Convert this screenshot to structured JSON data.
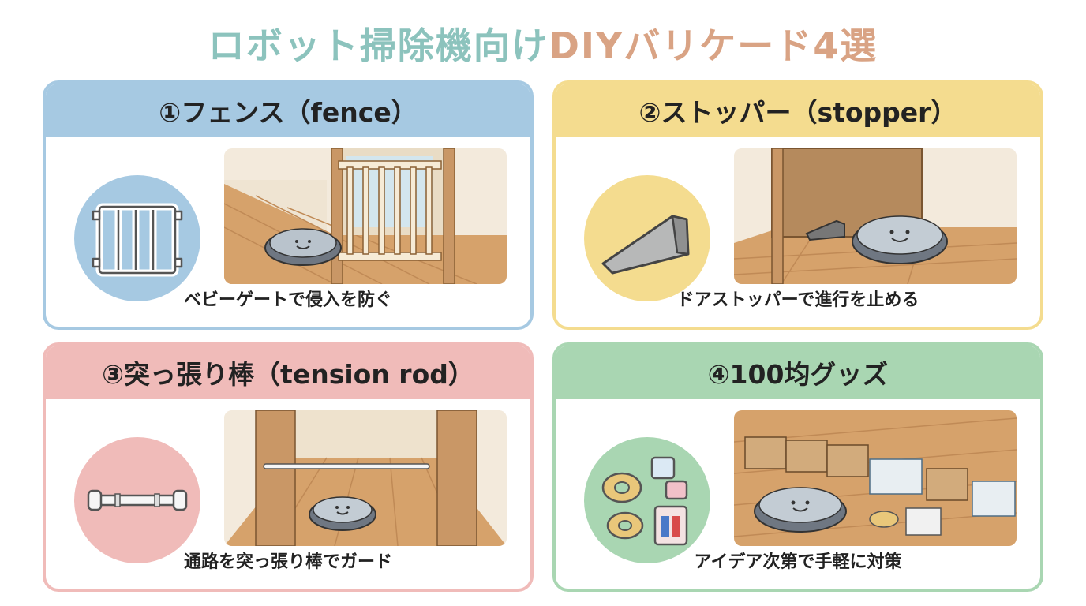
{
  "title": {
    "part1": "ロボット掃除機向け",
    "part2": "DIYバリケード4選"
  },
  "cards": [
    {
      "heading": "①フェンス（fence）",
      "caption": "ベビーゲートで侵入を防ぐ"
    },
    {
      "heading": "②ストッパー（stopper）",
      "caption": "ドアストッパーで進行を止める"
    },
    {
      "heading": "③突っ張り棒（tension rod）",
      "caption": "通路を突っ張り棒でガード"
    },
    {
      "heading": "④100均グッズ",
      "caption": "アイデア次第で手軽に対策"
    }
  ],
  "colors": {
    "title_teal": "#8cc3bd",
    "title_peach": "#d9a384",
    "fence_blue": "#a6c9e2",
    "stopper_yellow": "#f4dc8f",
    "rod_pink": "#f0bbb9",
    "goods_green": "#a9d6b2"
  }
}
